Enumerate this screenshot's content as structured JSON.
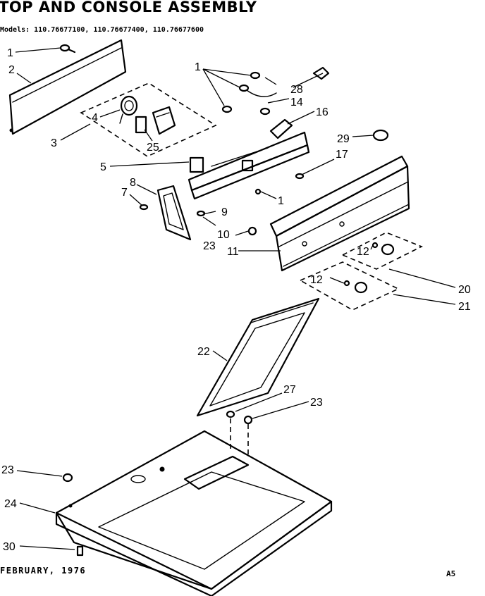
{
  "title": "TOP AND CONSOLE ASSEMBLY",
  "models_line": "Models: 110.76677100, 110.76677400, 110.76677600",
  "footer": {
    "date": "FEBRUARY, 1976",
    "code": "A5"
  },
  "callouts": {
    "c1a": "1",
    "c2": "2",
    "c3": "3",
    "c4": "4",
    "c25": "25",
    "c1b": "1",
    "c28": "28",
    "c14": "14",
    "c16": "16",
    "c29": "29",
    "c17": "17",
    "c5": "5",
    "c8": "8",
    "c7": "7",
    "c1c": "1",
    "c9": "9",
    "c10": "10",
    "c23a": "23",
    "c11": "11",
    "c12a": "12",
    "c12b": "12",
    "c20": "20",
    "c21": "21",
    "c22": "22",
    "c27": "27",
    "c23b": "23",
    "c23c": "23",
    "c24": "24",
    "c30": "30"
  }
}
